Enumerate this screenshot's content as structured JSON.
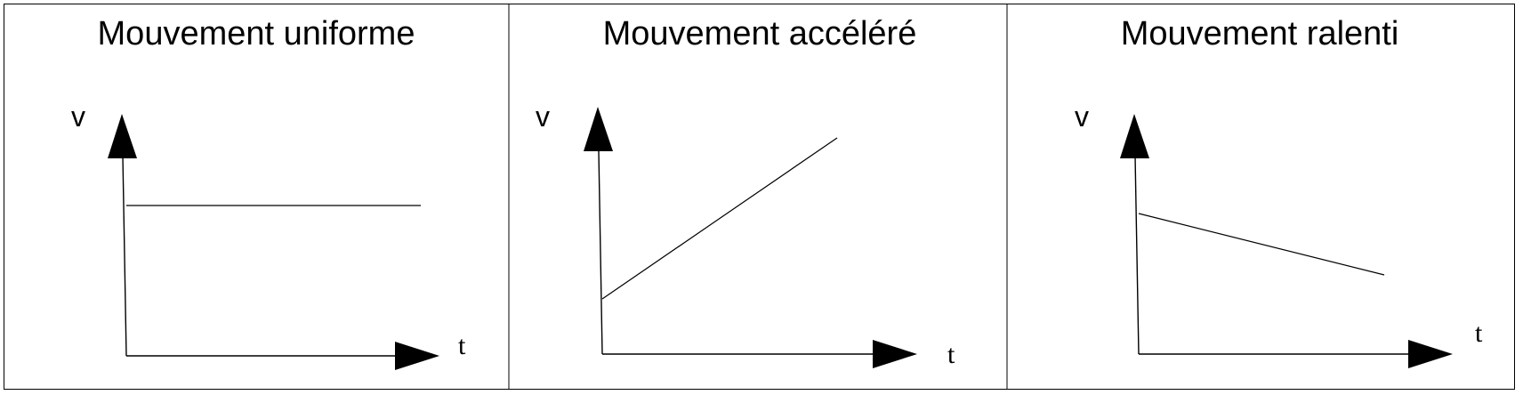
{
  "panels": [
    {
      "title": "Mouvement uniforme",
      "y_axis_label": "v",
      "x_axis_label": "t",
      "trend": "constant"
    },
    {
      "title": "Mouvement accéléré",
      "y_axis_label": "v",
      "x_axis_label": "t",
      "trend": "increasing"
    },
    {
      "title": "Mouvement ralenti",
      "y_axis_label": "v",
      "x_axis_label": "t",
      "trend": "decreasing"
    }
  ],
  "colors": {
    "line": "#000000",
    "background": "#ffffff"
  }
}
